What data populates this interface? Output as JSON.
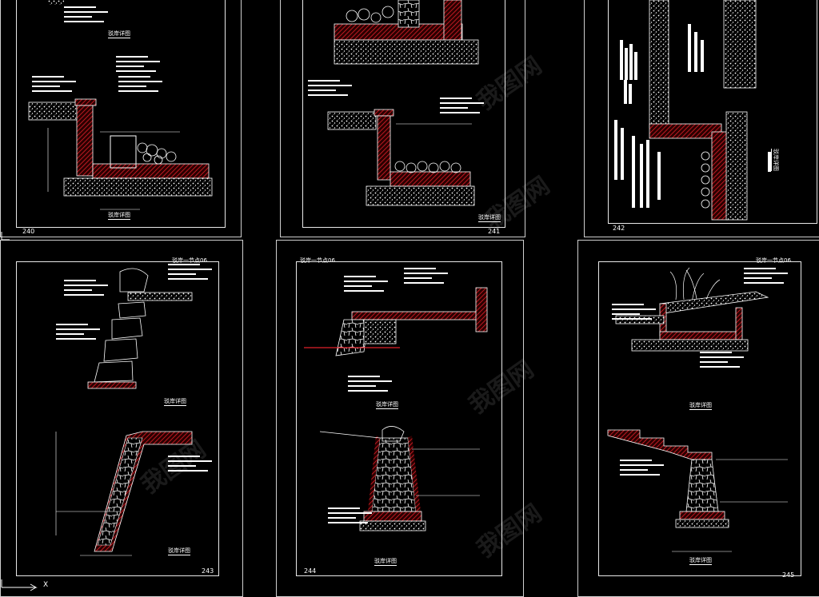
{
  "sheets": [
    {
      "page": "240",
      "caption": "驳岸详图",
      "header": ""
    },
    {
      "page": "241",
      "caption": "驳岸详图",
      "header": ""
    },
    {
      "page": "242",
      "caption": "驳岸详图",
      "header": ""
    },
    {
      "page": "243",
      "caption": "驳岸详图",
      "header": "驳岸一节点06"
    },
    {
      "page": "244",
      "caption": "驳岸详图",
      "header": "驳岸一节点06"
    },
    {
      "page": "245",
      "caption": "驳岸详图",
      "header": "驳岸一节点06"
    }
  ],
  "watermark": "我图网",
  "ucs_label": "X",
  "colors": {
    "background": "#000000",
    "line": "#ffffff",
    "hatch": "#e0202a"
  }
}
